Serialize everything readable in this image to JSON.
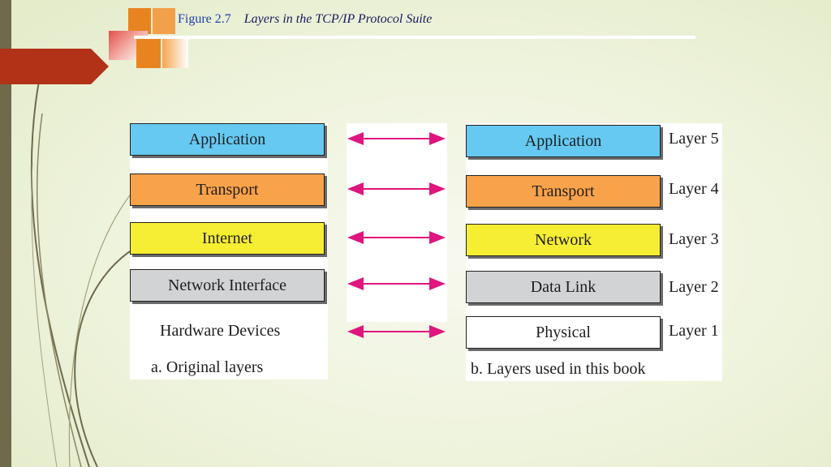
{
  "figure": {
    "number": "Figure 2.7",
    "title": "Layers in the TCP/IP Protocol Suite"
  },
  "original": {
    "layers": [
      "Application",
      "Transport",
      "Internet",
      "Network Interface"
    ],
    "hardware": "Hardware Devices",
    "caption": "a. Original layers"
  },
  "book": {
    "layers": [
      "Application",
      "Transport",
      "Network",
      "Data Link",
      "Physical"
    ],
    "levels": [
      "Layer 5",
      "Layer 4",
      "Layer 3",
      "Layer 2",
      "Layer 1"
    ],
    "caption": "b. Layers used in this book"
  },
  "colors": {
    "application": "#66c9f1",
    "transport": "#f8a24a",
    "network": "#f6ee32",
    "link": "#d2d3d5",
    "physical": "#ffffff",
    "arrow": "#e0157e"
  }
}
